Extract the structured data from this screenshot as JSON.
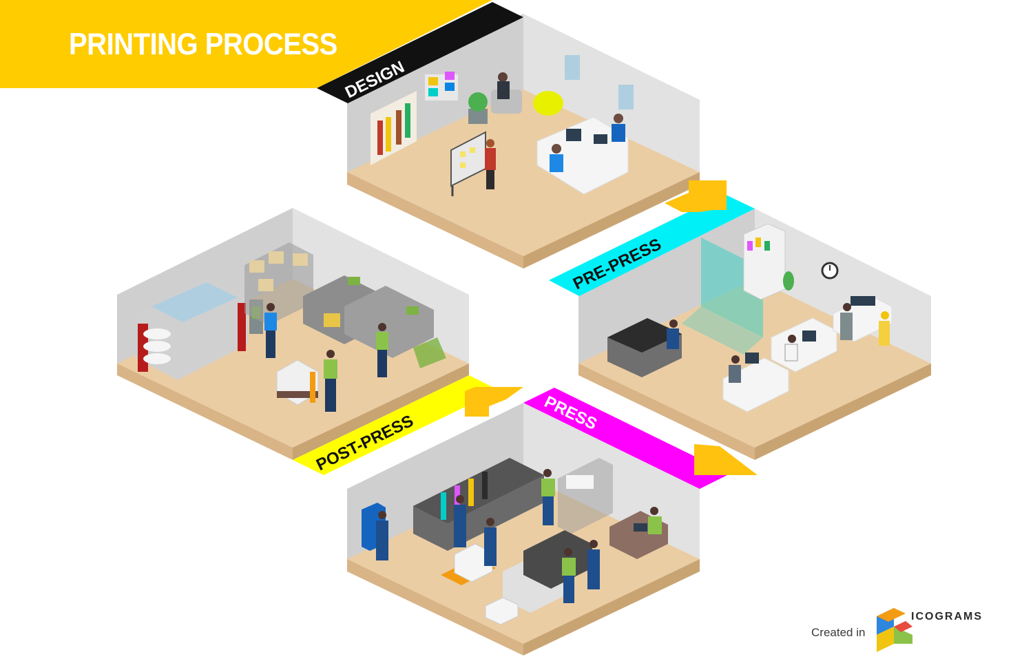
{
  "header": {
    "title": "PRINTING PROCESS"
  },
  "stages": {
    "design": "DESIGN",
    "pre_press": "PRE-PRESS",
    "press": "PRESS",
    "post_press": "POST-PRESS"
  },
  "footer": {
    "created_in": "Created in",
    "brand": "ICOGRAMS"
  },
  "colors": {
    "banner": "#FFCC00",
    "design_band": "#111111",
    "pre_press_band": "#00F0F8",
    "press_band": "#FF00FF",
    "post_press_band": "#FFFF00",
    "arrow": "#FFC20E",
    "floor": "#EBCDA4",
    "wall": "#DADADA"
  },
  "icons": [
    "arrow-icon",
    "icograms-logo-icon",
    "wall-clock-icon",
    "potted-plant-icon"
  ]
}
